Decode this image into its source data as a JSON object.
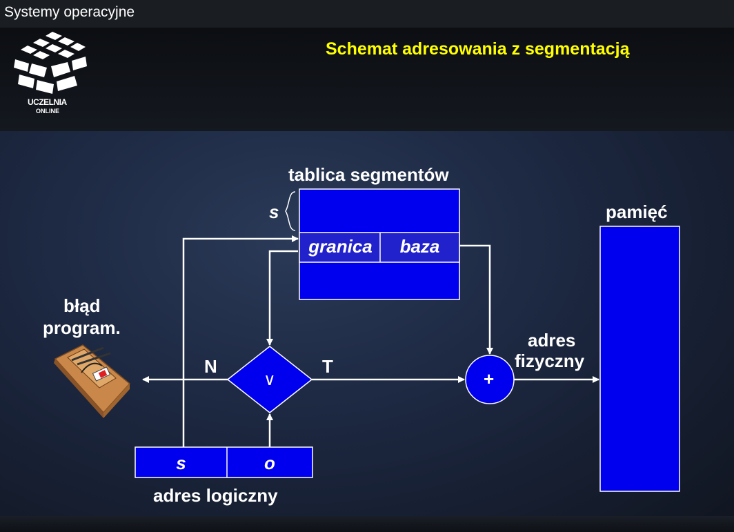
{
  "header": {
    "app_title": "Systemy operacyjne",
    "slide_title": "Schemat adresowania z segmentacją",
    "logo_line1": "UCZELNIA",
    "logo_line2": "ONLINE"
  },
  "diagram": {
    "segment_table_label": "tablica segmentów",
    "segment_index_label": "s",
    "field_limit": "granica",
    "field_base": "baza",
    "error_label_line1": "błąd",
    "error_label_line2": "program.",
    "no_label": "N",
    "yes_label": "T",
    "compare_symbol": "∨",
    "adder_symbol": "+",
    "physical_address_line1": "adres",
    "physical_address_line2": "fizyczny",
    "memory_label": "pamięć",
    "logical_segment": "s",
    "logical_offset": "o",
    "logical_address_label": "adres logiczny"
  },
  "colors": {
    "box_fill": "#0000ee",
    "box_border": "#ffffff",
    "title": "#ffff00"
  }
}
